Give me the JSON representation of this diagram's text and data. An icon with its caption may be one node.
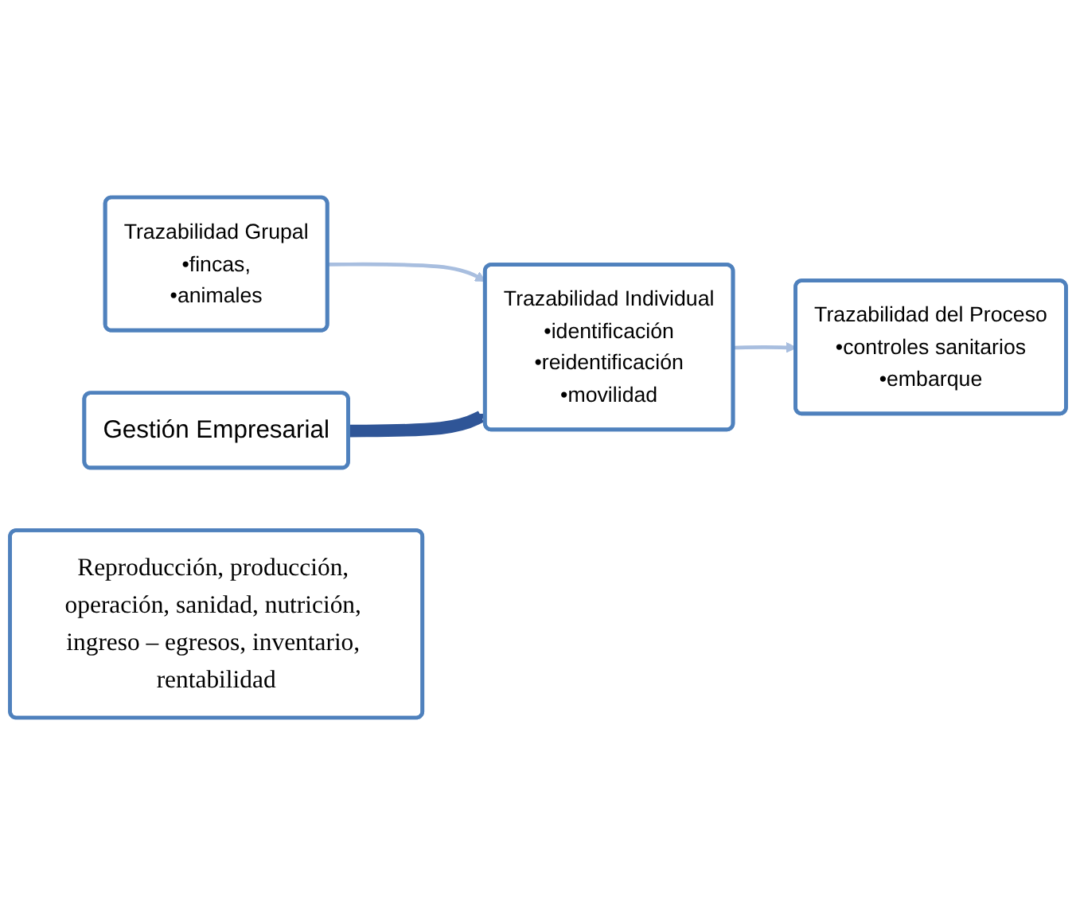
{
  "diagram": {
    "nodes": [
      {
        "text": [
          "Trazabilidad Grupal",
          "•fincas,",
          "•animales"
        ]
      },
      {
        "text": [
          "Trazabilidad Individual",
          "•identificación",
          "•reidentificación",
          "•movilidad"
        ]
      },
      {
        "text": [
          "Trazabilidad del Proceso",
          "•controles sanitarios",
          "•embarque"
        ]
      },
      {
        "text": [
          "Gestión Empresarial"
        ]
      },
      {
        "text": [
          "Reproducción, producción, operación, sanidad, nutrición, ingreso – egresos, inventario, rentabilidad"
        ]
      }
    ],
    "edges": [
      {
        "from": 0,
        "to": 1,
        "arrow": "to"
      },
      {
        "from": 1,
        "to": 2,
        "arrow": "to"
      },
      {
        "from": 3,
        "to": 1,
        "arrow": "to",
        "style": "thick",
        "color": "#2f5597"
      }
    ]
  }
}
